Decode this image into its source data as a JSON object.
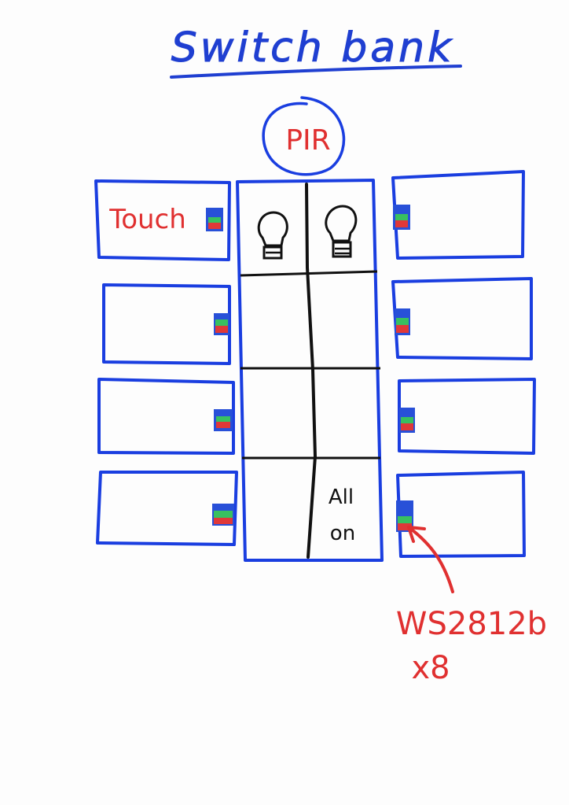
{
  "title": "Switch bank",
  "sensor_label": "PIR",
  "touch_label": "Touch",
  "all_on_lines": [
    "All",
    "on"
  ],
  "led_annotation": {
    "part": "WS2812b",
    "quantity": "x8"
  },
  "colors": {
    "title_blue": "#1f3fd1",
    "box_blue": "#1a3ee0",
    "note_red": "#e03030",
    "grid_black": "#111111",
    "led_blue": "#2850d8",
    "led_green": "#38c060",
    "led_red": "#e03838"
  },
  "icons": [
    "bulb-icon",
    "bulb-icon"
  ]
}
